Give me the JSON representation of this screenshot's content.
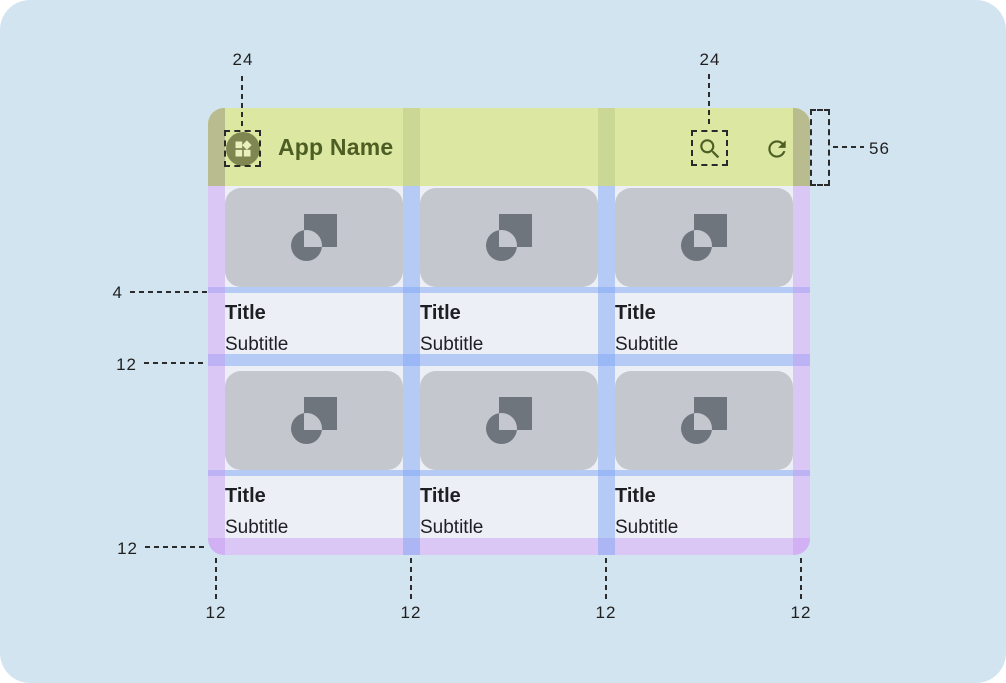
{
  "app": {
    "name": "App Name",
    "appbar_icons": {
      "leading": "widgets-icon",
      "search": "search-icon",
      "refresh": "refresh-icon"
    }
  },
  "cards": [
    {
      "title": "Title",
      "subtitle": "Subtitle"
    },
    {
      "title": "Title",
      "subtitle": "Subtitle"
    },
    {
      "title": "Title",
      "subtitle": "Subtitle"
    },
    {
      "title": "Title",
      "subtitle": "Subtitle"
    },
    {
      "title": "Title",
      "subtitle": "Subtitle"
    },
    {
      "title": "Title",
      "subtitle": "Subtitle"
    }
  ],
  "annotations": {
    "leading_icon_size": "24",
    "action_icon_size": "24",
    "appbar_height": "56",
    "image_text_gap": "4",
    "row_spacing": "12",
    "bottom_margin": "12",
    "column_spacings": [
      "12",
      "12",
      "12",
      "12"
    ]
  },
  "colors": {
    "canvas-bg": "#d3e4f1",
    "bar-green": "#dce8a2",
    "bar-margin-khaki": "#b9bc8e",
    "bar-gutter-green": "#cbd795",
    "olive": "#4d5e24",
    "icon-circle": "#80864f",
    "icon-glyph": "#eaf0bd",
    "content-bg": "#edeff7",
    "card-gray": "#c4c7cd",
    "card-icon-gray": "#6f757d",
    "band-blue": "rgba(128,166,246,0.5)",
    "band-purple": "rgba(198,151,241,0.45)",
    "text-dark": "#1e1f23"
  }
}
